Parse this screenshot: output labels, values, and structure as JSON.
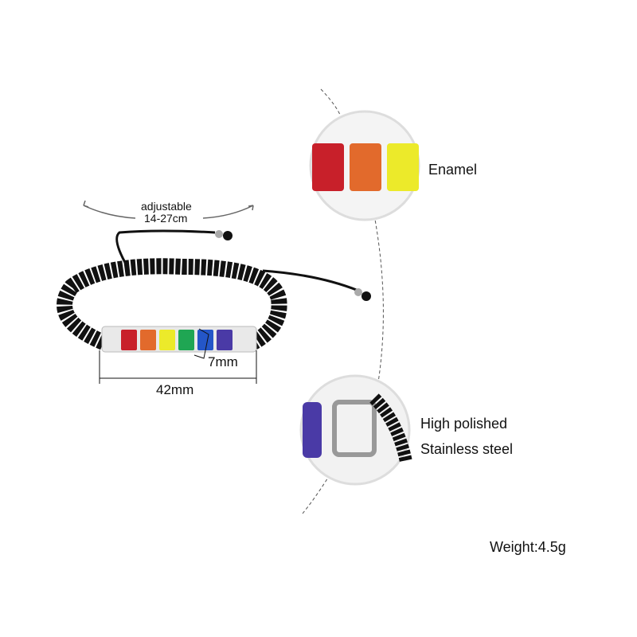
{
  "labels": {
    "adjustable": "adjustable",
    "range": "14-27cm",
    "width": "7mm",
    "length": "42mm",
    "enamel": "Enamel",
    "polished_line1": "High polished",
    "polished_line2": "Stainless steel",
    "weight": "Weight:4.5g"
  },
  "colors": {
    "stripes": [
      "#c8202a",
      "#e26a2c",
      "#ecea2a",
      "#1fa653",
      "#2456c8",
      "#4a3aa6"
    ],
    "cord": "#111111"
  }
}
